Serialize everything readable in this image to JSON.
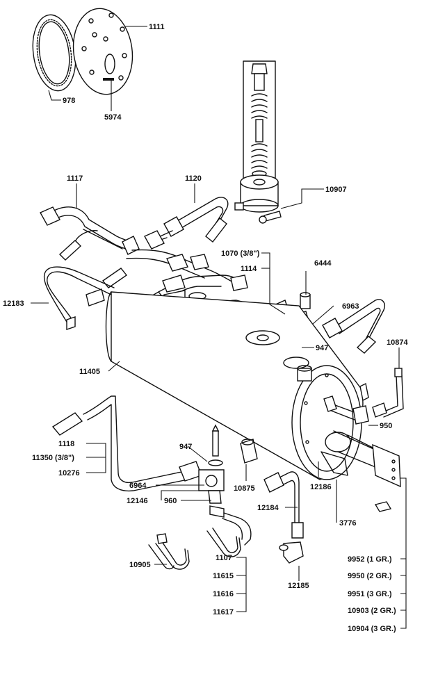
{
  "labels": {
    "l1111": "1111",
    "l978": "978",
    "l5974": "5974",
    "l1117": "1117",
    "l1120": "1120",
    "l10907": "10907",
    "l1070": "1070 (3/8\")",
    "l1114": "1114",
    "l6444": "6444",
    "l6963": "6963",
    "l12183": "12183",
    "l947a": "947",
    "l10874": "10874",
    "l11405": "11405",
    "l950": "950",
    "l1118": "1118",
    "l11350": "11350 (3/8\")",
    "l10276": "10276",
    "l947b": "947",
    "l12186": "12186",
    "l10875": "10875",
    "l6964": "6964",
    "l12146": "12146",
    "l960": "960",
    "l12184": "12184",
    "l3776": "3776",
    "l10905": "10905",
    "l1107": "1107",
    "l11615": "11615",
    "l11616": "11616",
    "l11617": "11617",
    "l12185": "12185",
    "l9952": "9952 (1 GR.)",
    "l9950": "9950 (2 GR.)",
    "l9951": "9951 (3 GR.)",
    "l10903": "10903 (2 GR.)",
    "l10904": "10904 (3 GR.)"
  }
}
